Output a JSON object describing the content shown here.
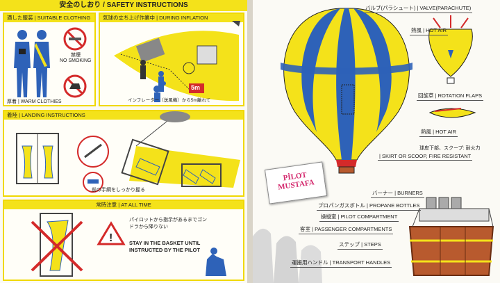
{
  "left": {
    "header": "安全のしおり / SAFETY INSTRUCTIONS",
    "clothing": {
      "title": "適した服装 | SUITABLE CLOTHING",
      "no_smoking_jp": "禁煙",
      "no_smoking": "NO SMOKING",
      "warm": "厚着 | WARM CLOTHIES"
    },
    "inflation": {
      "title": "気球の立ち上げ作業中 | DURING INFLATION",
      "distance": "5m",
      "note": "インフレーター（送風機）から5m離れて"
    },
    "landing": {
      "title": "着陸 | LANDING INSTRUCTIONS",
      "caption": "前の手綱をしっかり握る"
    },
    "always": {
      "title": "常時注意 | AT ALL TIME",
      "jp_line1": "パイロットから指示があるまでゴン",
      "jp_line2": "ドラから降りない",
      "stay_line1": "STAY IN THE BASKET UNTIL",
      "stay_line2": "INSTRUCTED BY THE PILOT"
    }
  },
  "right": {
    "labels": {
      "valve": "バルブ(パラシュート) | VALVE(PARACHUTE)",
      "hot_air_top": "熱風 | HOT AIR",
      "rotation": "回旋草 | ROTATION FLAPS",
      "hot_air_mid": "熱風 | HOT AIR",
      "skirt_jp": "球皮下部、スクープ: 耐火力",
      "skirt": "| SKIRT OR SCOOP, FIRE RESISTANT",
      "burners": "バーナー | BURNERS",
      "propane": "プロパンガスボトル | PROPANE BOTTLES",
      "pilot_comp": "操縦室 | PILOT COMPARTMENT",
      "passenger": "客室 | PASSENGER COMPARTMENTS",
      "steps": "ステップ | STEPS",
      "transport": "運搬用ハンドル | TRANSPORT HANDLES"
    },
    "card": {
      "line1": "PİLOT",
      "line2": "MUSTAFA"
    }
  },
  "colors": {
    "yellow": "#f4e21a",
    "blue": "#2e62b8",
    "red": "#d42a2a",
    "brown": "#b85a2e"
  }
}
